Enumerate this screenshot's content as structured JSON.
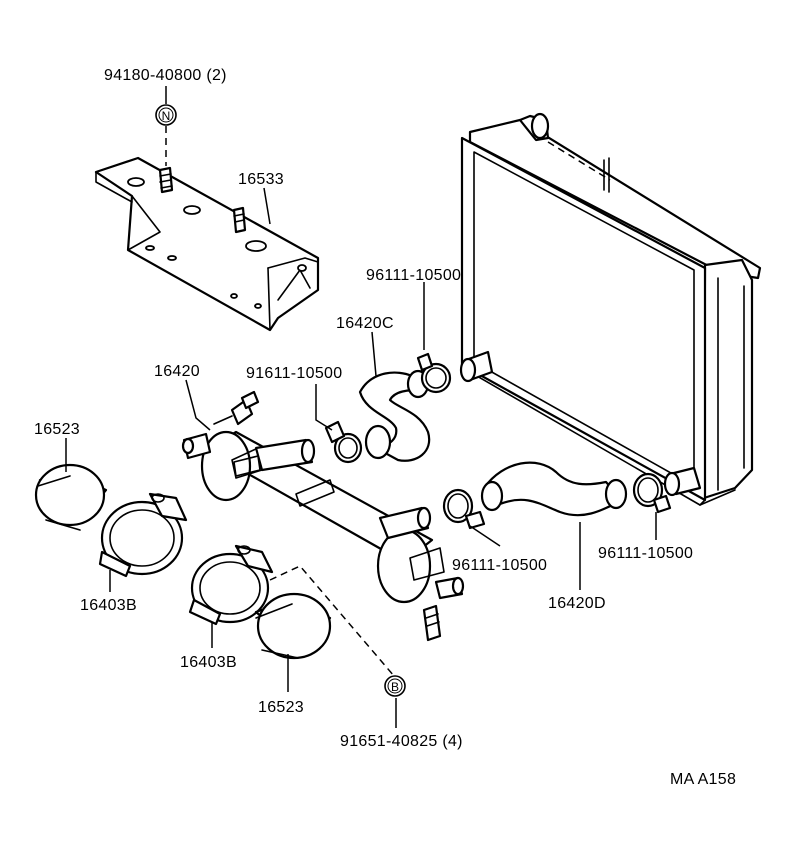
{
  "labels": {
    "bolt_94180": "94180-40800 (2)",
    "bracket_16533": "16533",
    "clamp_96111_a": "96111-10500",
    "hose_16420c": "16420C",
    "pipe_16420": "16420",
    "clamp_91611": "91611-10500",
    "band_16523_left": "16523",
    "clamp_16403b_left": "16403B",
    "clamp_96111_b": "96111-10500",
    "clamp_96111_c": "96111-10500",
    "hose_16420d": "16420D",
    "clamp_16403b_mid": "16403B",
    "band_16523_mid": "16523",
    "bolt_91651": "91651-40825 (4)",
    "figure_code": "MA A158"
  },
  "markers": {
    "n_marker": "N",
    "b_marker": "B"
  }
}
